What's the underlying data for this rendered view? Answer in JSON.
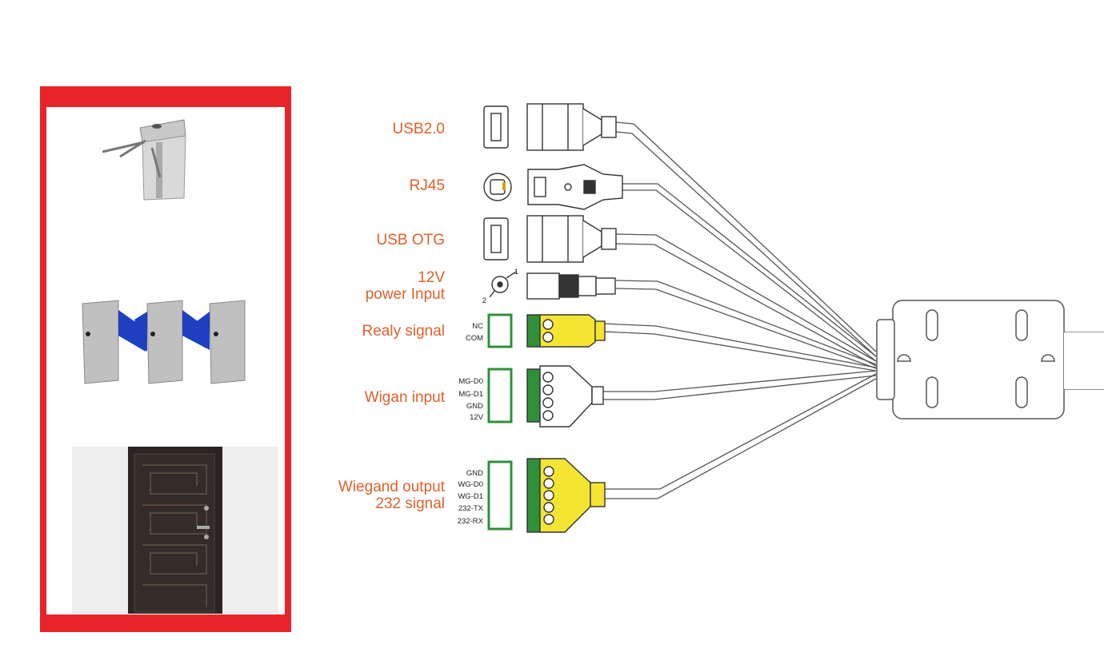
{
  "colors": {
    "frame": "#e8242a",
    "label": "#e0602a",
    "terminal_green": "#2f8f3a",
    "plug_yellow": "#f3e532",
    "wire": "#555555"
  },
  "devices": [
    {
      "name": "tripod-turnstile",
      "icon": "tripod-turnstile-icon"
    },
    {
      "name": "flap-barrier",
      "icon": "flap-barrier-icon"
    },
    {
      "name": "door",
      "icon": "door-icon"
    }
  ],
  "connectors": {
    "usb2": {
      "label": "USB2.0"
    },
    "rj45": {
      "label": "RJ45"
    },
    "usb_otg": {
      "label": "USB OTG"
    },
    "power": {
      "label_line1": "12V",
      "label_line2": "power Input",
      "pin1": "1",
      "pin2": "2"
    },
    "relay": {
      "label": "Realy signal",
      "pins": [
        "NC",
        "COM"
      ]
    },
    "wiegand_in": {
      "label": "Wigan input",
      "pins": [
        "MG-D0",
        "MG-D1",
        "GND",
        "12V"
      ]
    },
    "wiegand_out": {
      "label_line1": "Wiegand output",
      "label_line2": "232 signal",
      "pins": [
        "GND",
        "WG-D0",
        "WG-D1",
        "232-TX",
        "232-RX"
      ]
    }
  }
}
